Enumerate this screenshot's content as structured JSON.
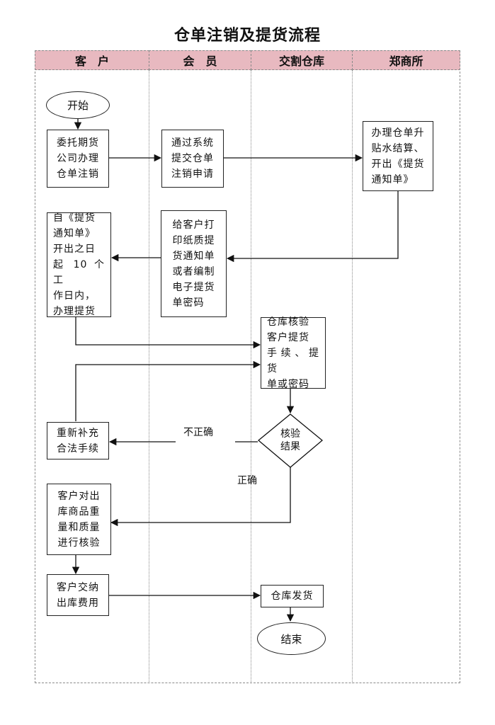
{
  "title": "仓单注销及提货流程",
  "lanes": [
    "客　户",
    "会　员",
    "交割仓库",
    "郑商所"
  ],
  "nodes": {
    "start": "开始",
    "entrust": "委托期货\n公司办理\n仓单注销",
    "submit": "通过系统\n提交仓单\n注销申请",
    "upgrade": "办理仓单升\n贴水结算、\n开出《提货\n通知单》",
    "print": "给客户打\n印纸质提\n货通知单\n或者编制\n电子提货\n单密码",
    "pickup": "自《提货\n通知单》\n开出之日\n起 10 个工\n作日内，\n办理提货",
    "verify": "仓库核验\n客户提货\n手续、提货\n单或密码",
    "decision": "核验\n结果",
    "redo": "重新补充\n合法手续",
    "check": "客户对出\n库商品重\n量和质量\n进行核验",
    "pay": "客户交纳\n出库费用",
    "ship": "仓库发货",
    "end": "结束"
  },
  "edge_labels": {
    "wrong": "不正确",
    "right": "正确"
  }
}
